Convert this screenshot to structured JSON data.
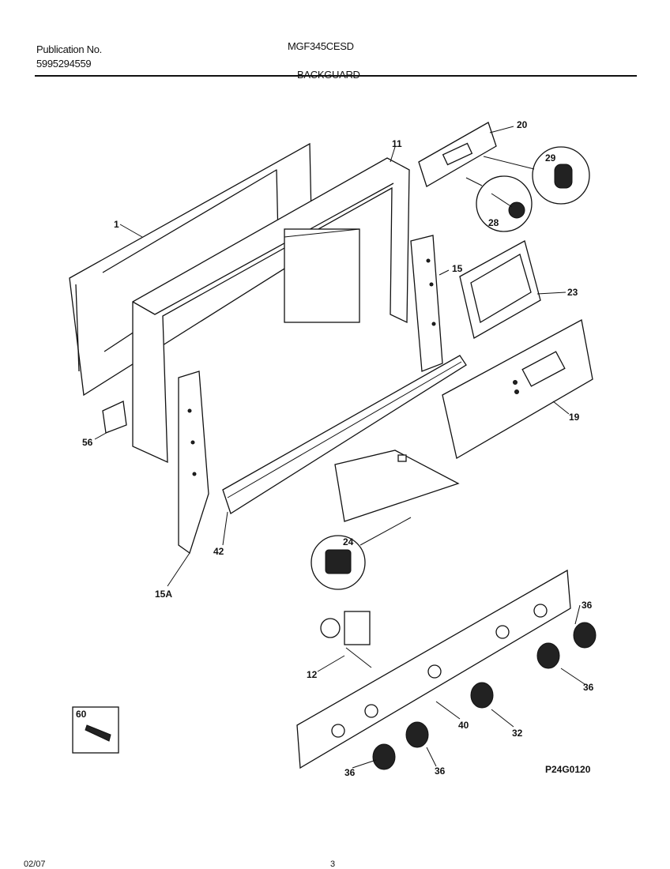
{
  "header": {
    "publication_label": "Publication No.",
    "publication_number": "5995294559",
    "model": "MGF345CESD",
    "section_title": "BACKGUARD"
  },
  "callouts": {
    "c1": "1",
    "c11": "11",
    "c20": "20",
    "c29": "29",
    "c28": "28",
    "c15": "15",
    "c23": "23",
    "c19": "19",
    "c56": "56",
    "c42": "42",
    "c15a": "15A",
    "c24": "24",
    "c36a": "36",
    "c36b": "36",
    "c36c": "36",
    "c36d": "36",
    "c12": "12",
    "c40": "40",
    "c32": "32",
    "c60": "60"
  },
  "drawing_code": "P24G0120",
  "footer": {
    "date": "02/07",
    "page": "3"
  }
}
